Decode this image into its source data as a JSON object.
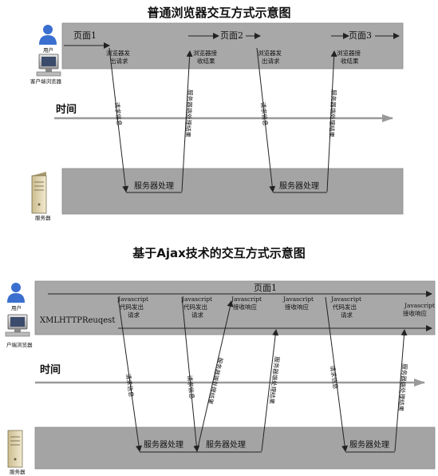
{
  "diagram1": {
    "title": "普通浏览器交互方式示意图",
    "user_label": "用户",
    "client_label": "客户端浏览器",
    "server_label": "服务器",
    "time_label": "时间",
    "pages": [
      "页面1",
      "页面2",
      "页面3"
    ],
    "client_notes": [
      [
        "浏览器发",
        "出请求"
      ],
      [
        "浏览器接",
        "收结果"
      ],
      [
        "浏览器发",
        "出请求"
      ],
      [
        "浏览器接",
        "收结果"
      ]
    ],
    "line_labels": [
      "请求信息",
      "服务器端处理结果",
      "请求信息",
      "服务器端处理结果"
    ],
    "server_process": [
      "服务器处理",
      "服务器处理"
    ]
  },
  "diagram2": {
    "title": "基于Ajax技术的交互方式示意图",
    "user_label": "用户",
    "client_label": "户端浏览器",
    "server_label": "服务器",
    "time_label": "时间",
    "page": "页面1",
    "xhr_label": "XMLHTTPReuqest",
    "client_notes": [
      [
        "Javascript",
        "代码发出",
        "请求"
      ],
      [
        "Javascript",
        "代码发出",
        "请求"
      ],
      [
        "Javascript",
        "接收响应"
      ],
      [
        "Javascript",
        "接收响应"
      ],
      [
        "Javascript",
        "代码发出",
        "请求"
      ],
      [
        "Javascript",
        "接收响应"
      ]
    ],
    "line_labels": [
      "请求信息",
      "请求信息",
      "服务器端处理结果",
      "服务器端处理结果",
      "请求信息",
      "服务器端处理结果"
    ],
    "server_process": [
      "服务器处理",
      "服务器处理",
      "服务器处理"
    ]
  }
}
